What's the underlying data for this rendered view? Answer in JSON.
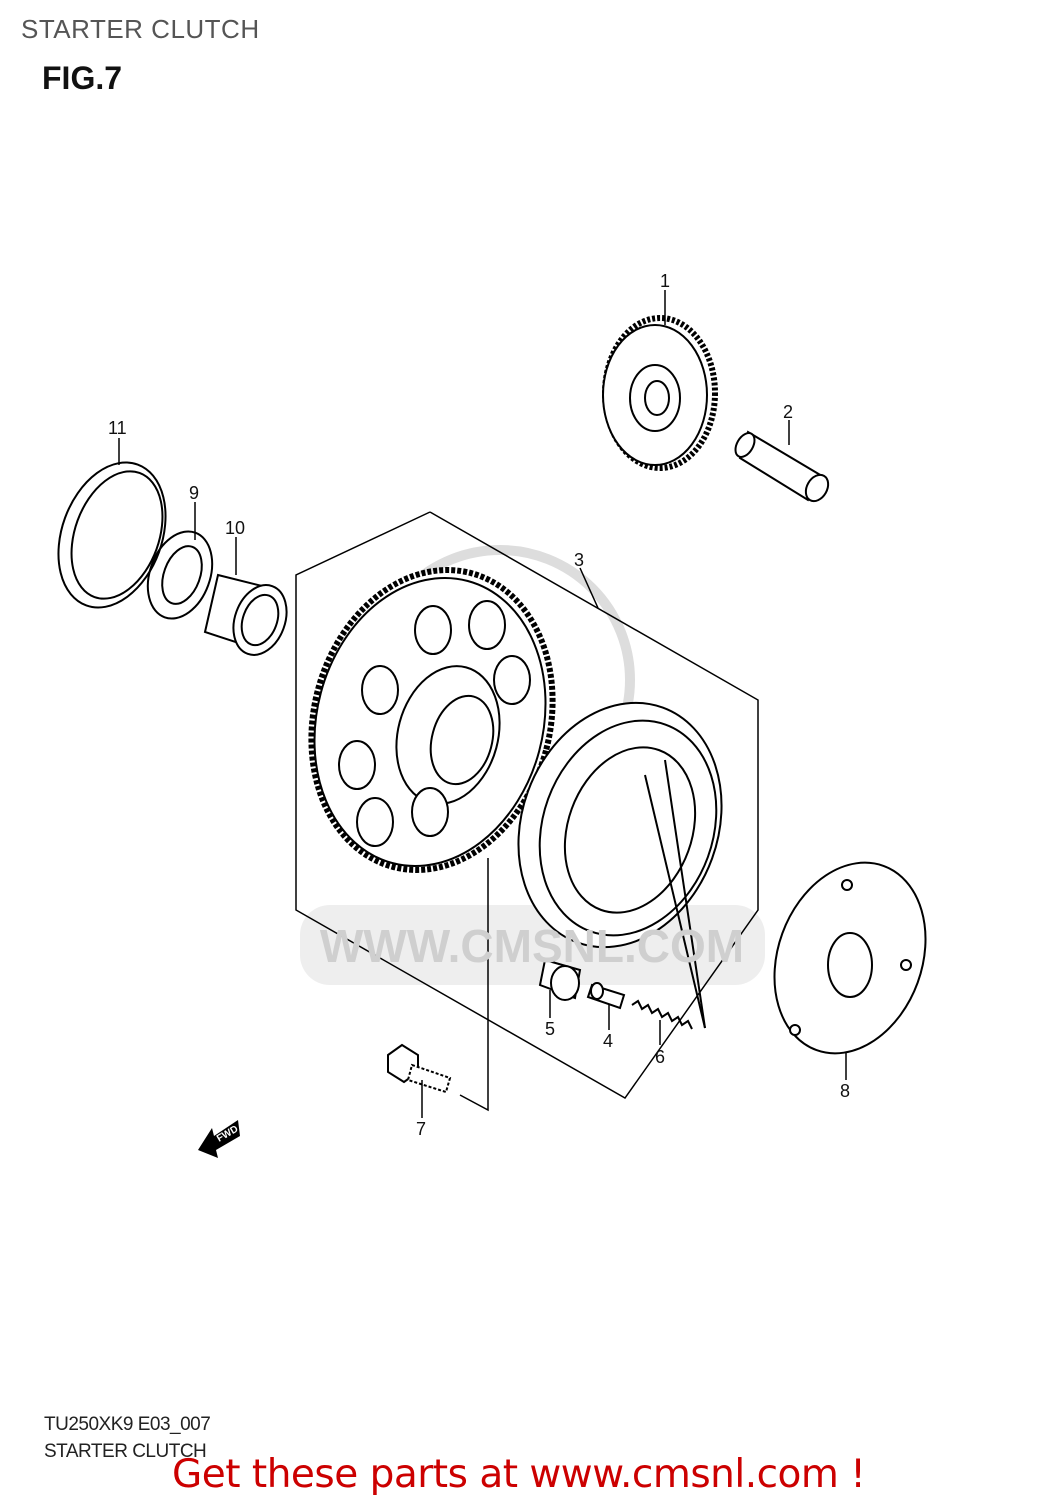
{
  "header": {
    "title": "STARTER CLUTCH",
    "figure": "FIG.7"
  },
  "footer": {
    "code": "TU250XK9 E03_007",
    "subtitle": "STARTER CLUTCH",
    "promo": "Get these parts at www.cmsnl.com !"
  },
  "callouts": [
    "1",
    "2",
    "3",
    "4",
    "5",
    "6",
    "7",
    "8",
    "9",
    "10",
    "11"
  ],
  "fwd_label": "FWD",
  "watermark": "WWW.CMSNL.COM",
  "colors": {
    "promo": "#cc0000",
    "line": "#000000",
    "watermark": "#d8d8d8"
  }
}
